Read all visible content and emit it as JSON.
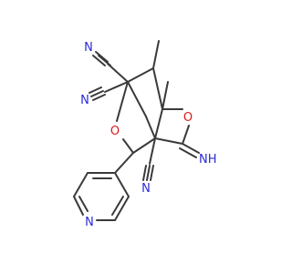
{
  "molecule": {
    "atom_labels": {
      "nitrile_1": "N",
      "nitrile_2": "N",
      "nitrile_3": "N",
      "ring_oxygen_left": "O",
      "ring_oxygen_right": "O",
      "imine": "NH",
      "pyridine_nitrogen": "N"
    },
    "colors": {
      "carbon_bond": "#3a3a3a",
      "nitrogen": "#2a2ad8",
      "oxygen": "#e01818",
      "background": "#ffffff"
    }
  }
}
